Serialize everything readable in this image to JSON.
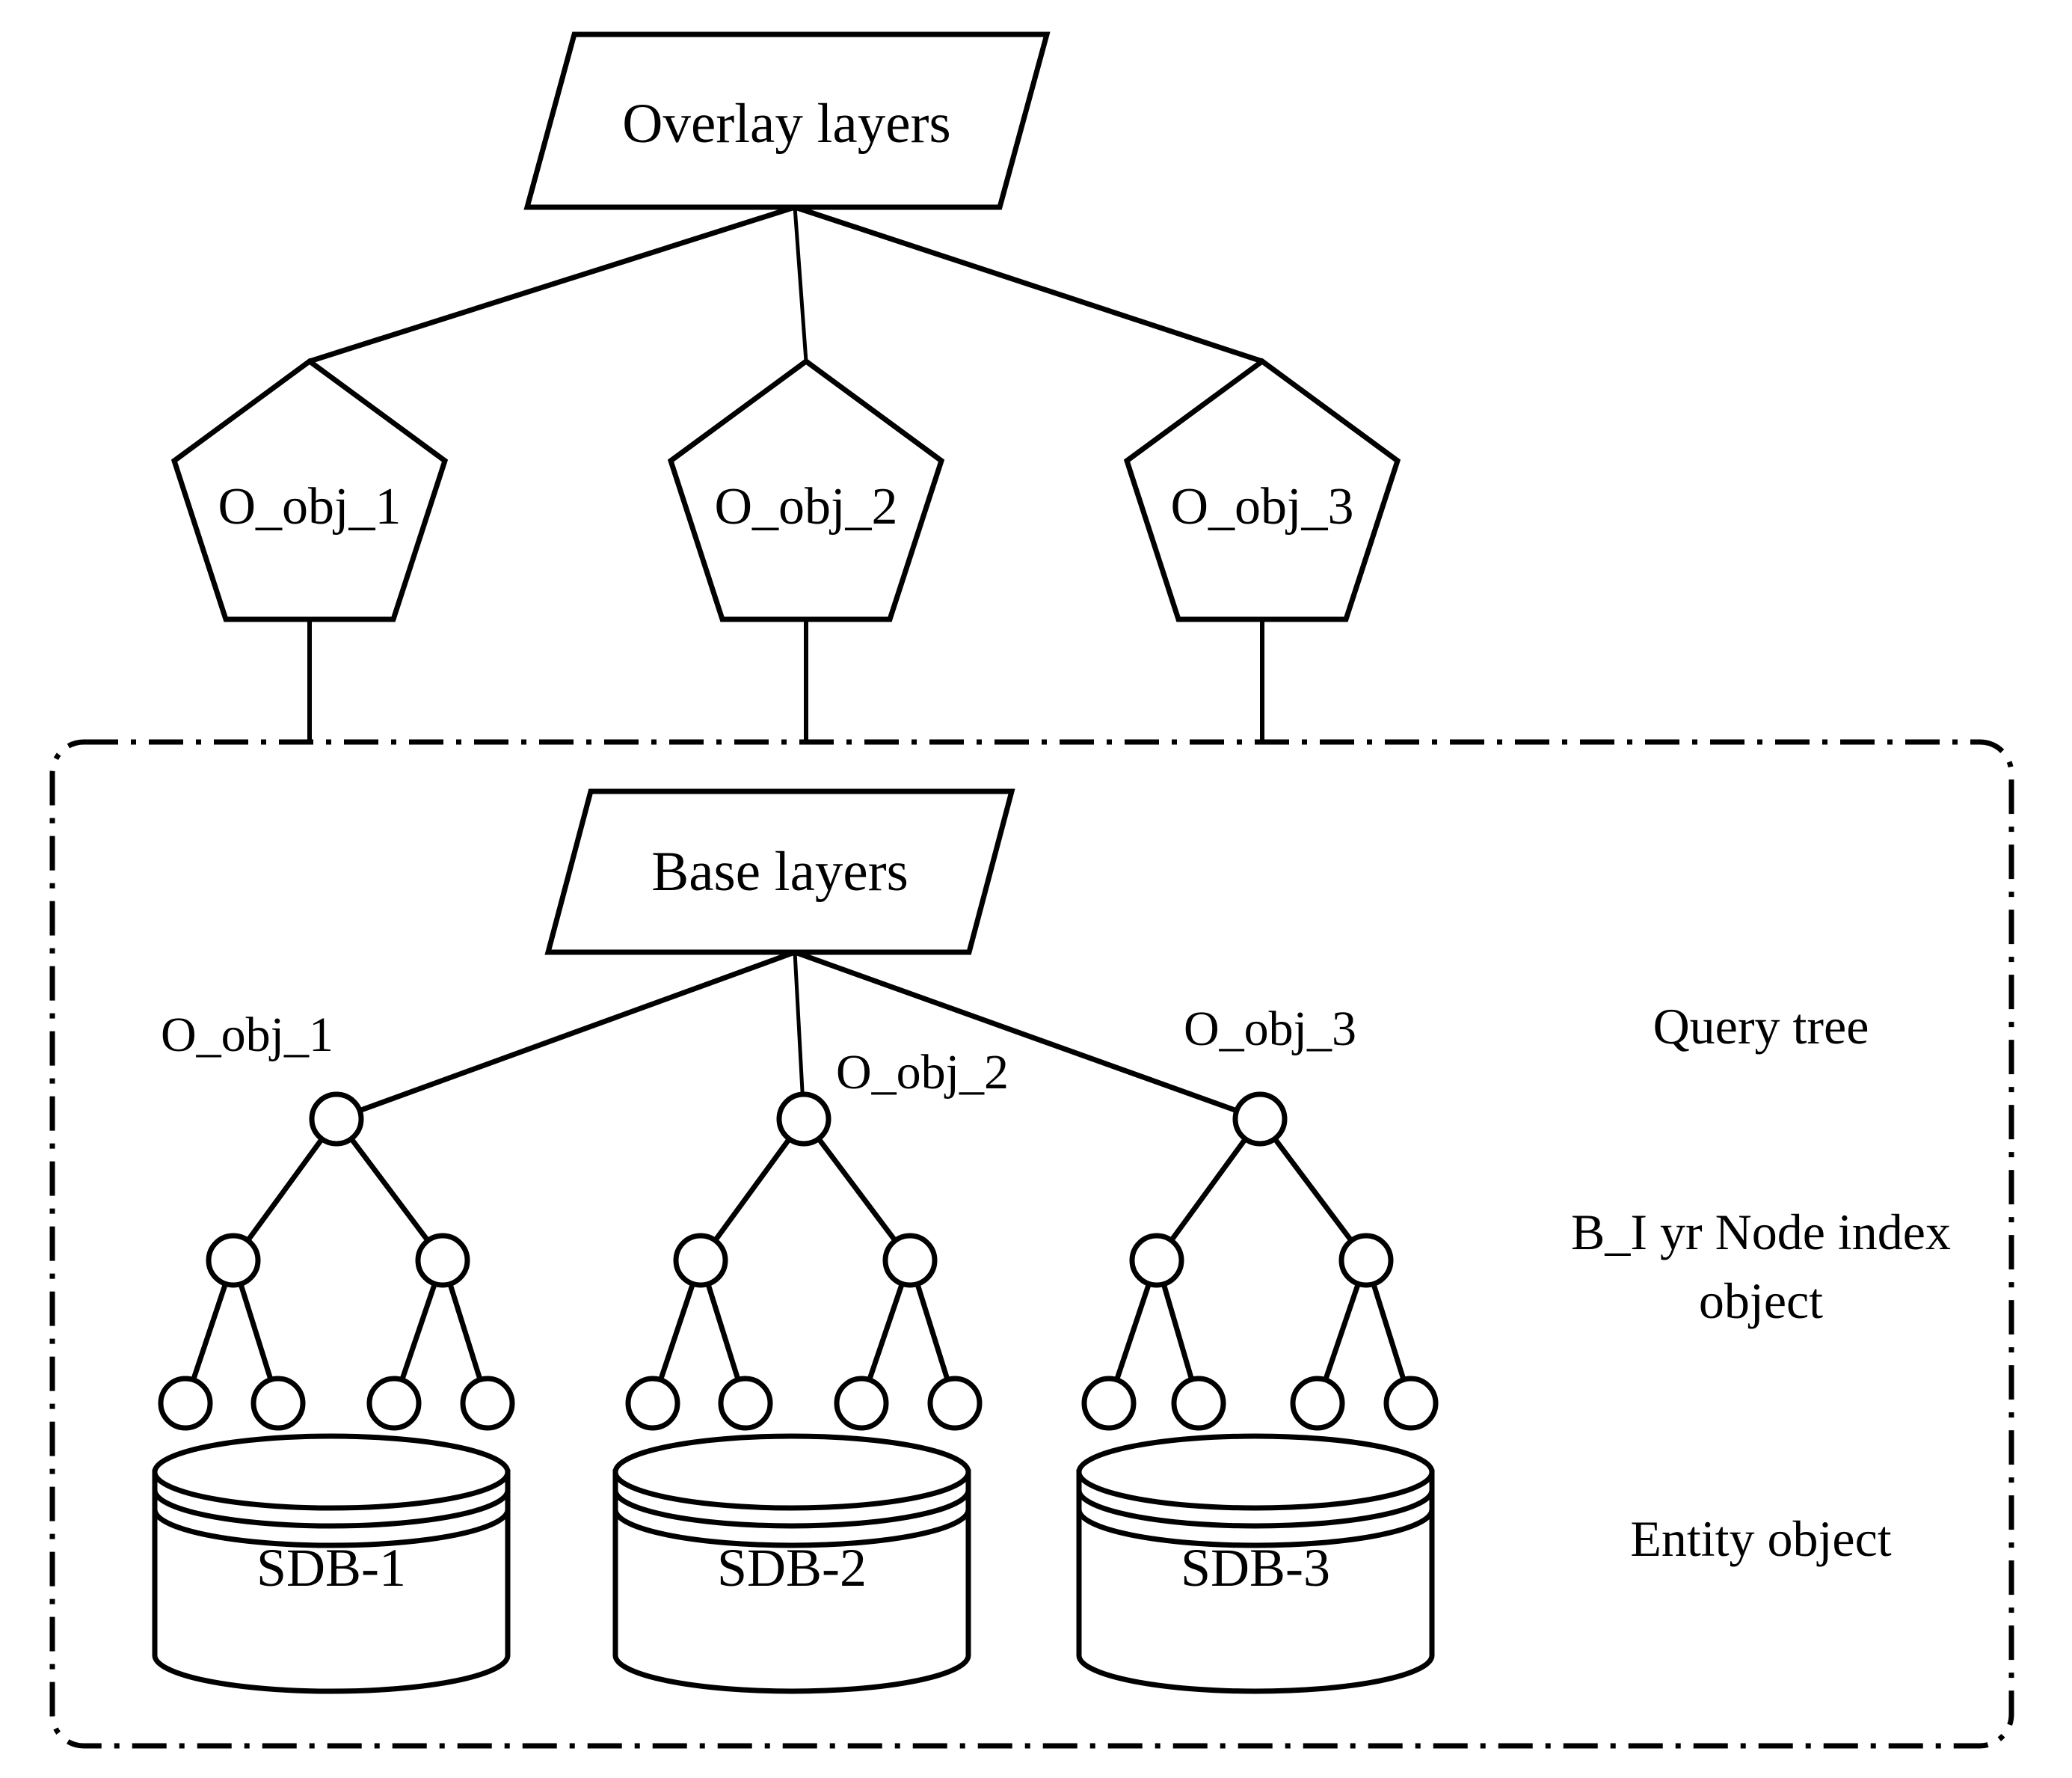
{
  "diagram": {
    "title_overlay": "Overlay layers",
    "title_base": "Base layers",
    "overlay_objects": [
      {
        "label": "O_obj_1"
      },
      {
        "label": "O_obj_2"
      },
      {
        "label": "O_obj_3"
      }
    ],
    "base_objects": [
      {
        "label": "O_obj_1"
      },
      {
        "label": "O_obj_2"
      },
      {
        "label": "O_obj_3"
      }
    ],
    "databases": [
      {
        "label": "SDB-1"
      },
      {
        "label": "SDB-2"
      },
      {
        "label": "SDB-3"
      }
    ],
    "legend": {
      "query_tree": "Query tree",
      "node_index_line1": "B_I yr Node index",
      "node_index_line2": "object",
      "entity_object": "Entity object"
    },
    "colors": {
      "stroke": "#000000",
      "fill": "#ffffff",
      "background": "#ffffff"
    },
    "structure": {
      "tree_levels": 3,
      "tree_branching": 2,
      "leaves_per_tree": 4,
      "trees": 3,
      "base_group_border": "dash-dot"
    }
  }
}
